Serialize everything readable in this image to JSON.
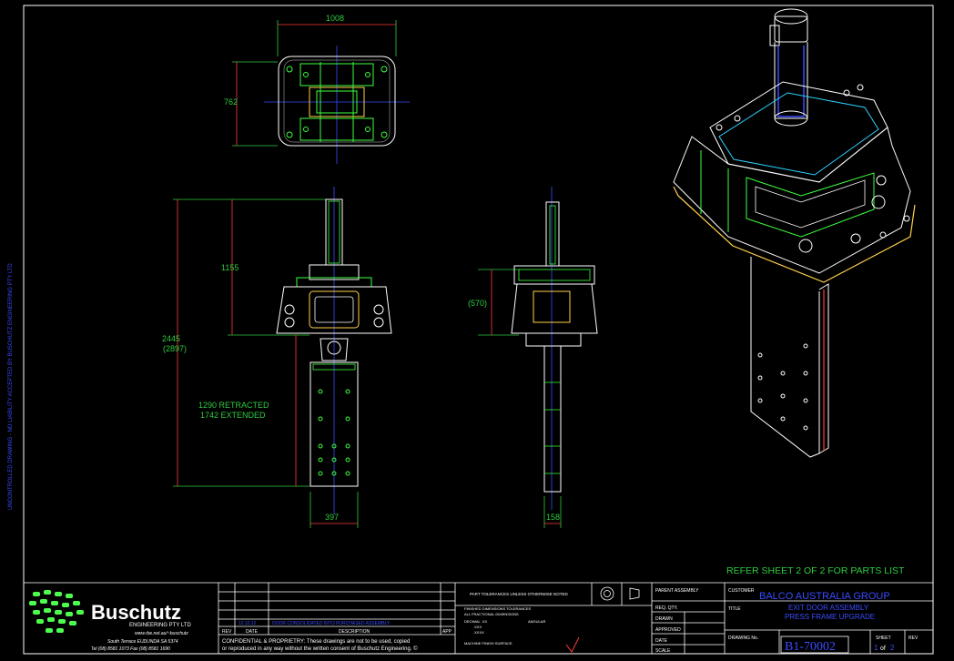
{
  "dimensions": {
    "top_width": "1008",
    "top_height": "762",
    "front_upper": "1155",
    "overall": "2445",
    "overall_extended": "(2897)",
    "retracted": "1290 RETRACTED",
    "extended": "1742 EXTENDED",
    "base_width": "397",
    "side_height": "(570)",
    "side_width": "158"
  },
  "note": "REFER SHEET 2 OF 2 FOR PARTS LIST",
  "company": {
    "name": "Buschutz",
    "subtitle": "ENGINEERING PTY LTD",
    "web": "www.rbe.net.au/~buschutz",
    "address": "South Terrace  EUDUNDA SA 5374",
    "phone": "Tel (08) 8581 1073   Fax (08) 8581 1690"
  },
  "revisions": {
    "row_date": "12.10.12",
    "row_desc": "DOOR CONSOLIDATED INTO PURCHASED ASSEMBLY",
    "hdr_rev": "REV",
    "hdr_date": "DATE",
    "hdr_desc": "DESCRIPTION",
    "hdr_app": "APP"
  },
  "confidential": {
    "line1": "CONFIDENTIAL & PROPRIETRY:  These drawings are not to be used, copied",
    "line2": "or reproduced in any way without the written consent of Buschutz Engineering. ©"
  },
  "tolerances": {
    "title": "PART TOLERANCES UNLESS OTHERWISE NOTED",
    "finished": "FINISHED DIMENSIONS TOLERANCES",
    "fractional": "ALL FRACTIONAL DIMENSIONS",
    "decimal1": "DECIMAL .XX",
    "decimal2": ".XXX",
    "decimal3": ".XXXX",
    "angular": "ANGULAR",
    "machine": "MACHINE FINISH SURFACE"
  },
  "fields": {
    "parent_label": "PARENT ASSEMBLY",
    "req_label": "REQ. QTY.",
    "drawn_label": "DRAWN",
    "approved_label": "APPROVED",
    "date_label": "DATE",
    "scale_label": "SCALE",
    "customer_label": "CUSTOMER",
    "title_label": "TITLE",
    "drawing_label": "DRAWING No.",
    "sheet_label": "SHEET",
    "rev_label": "REV",
    "customer": "BALCO AUSTRALIA GROUP",
    "title1": "EXIT DOOR ASSEMBLY",
    "title2": "PRESS FRAME UPGRADE",
    "drawing_no": "B1-70002",
    "sheet_num": "1",
    "sheet_of": "of",
    "sheet_total": "2"
  },
  "side_note": "UNCONTROLLED DRAWING - NO LIABILITY ACCEPTED BY BUSCHUTZ ENGINEERING PTY LTD",
  "colors": {
    "dimension": "#2ecc40",
    "object": "#ffffff",
    "center": "#3b4bff",
    "hidden": "#ff3b3b",
    "green_part": "#3cff3c",
    "yellow_part": "#ffd24a",
    "cyan": "#2fd0ff"
  }
}
